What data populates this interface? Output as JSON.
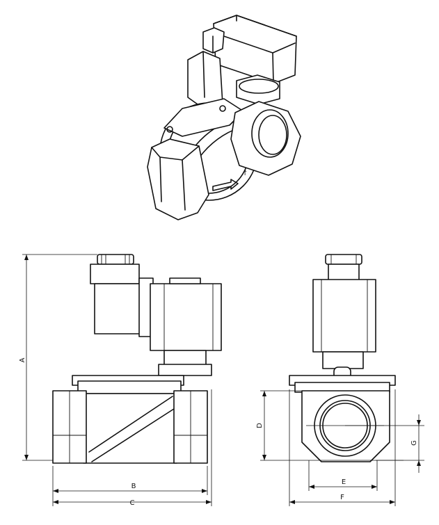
{
  "figure": {
    "dimension_labels": {
      "a": "A",
      "b": "B",
      "c": "C",
      "d": "D",
      "e": "E",
      "f": "F",
      "g": "G"
    }
  }
}
